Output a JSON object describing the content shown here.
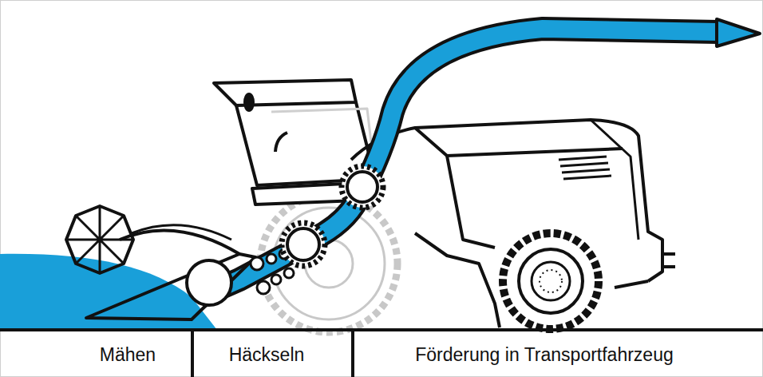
{
  "diagram": {
    "labels": [
      "Mähen",
      "Häckseln",
      "Förderung in Transportfahrzeug"
    ]
  }
}
